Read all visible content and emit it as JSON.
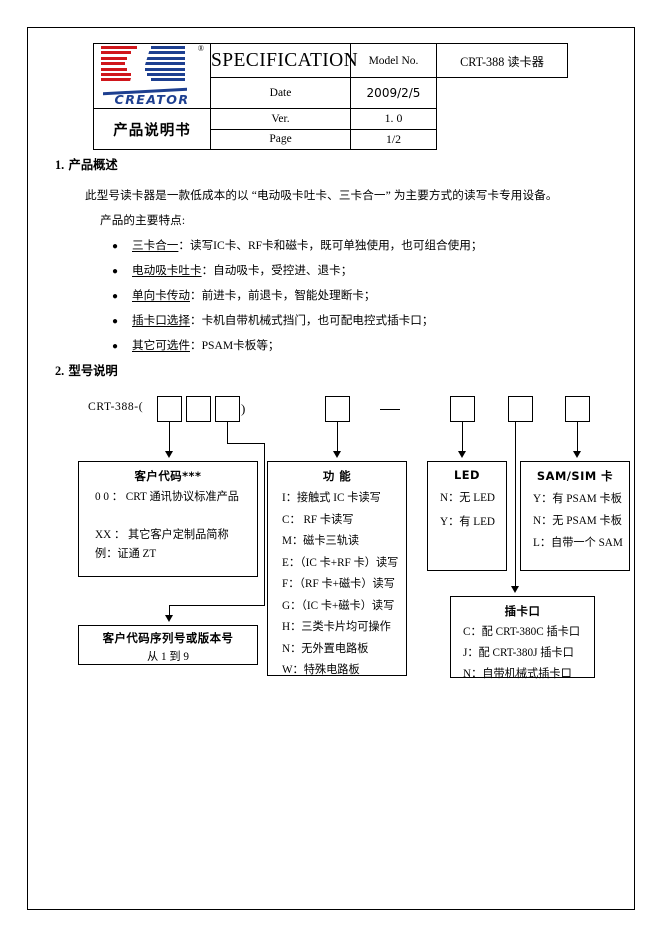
{
  "header": {
    "logo": {
      "brand": "CREATOR",
      "registered_mark": "®"
    },
    "spec_title": "SPECIFICATION",
    "spec_subtitle": "产品说明书",
    "rows": [
      {
        "key": "Model No.",
        "value": "CRT-388 读卡器"
      },
      {
        "key": "Date",
        "value": "2009/2/5"
      },
      {
        "key": "Ver.",
        "value": "1. 0"
      },
      {
        "key": "Page",
        "value": "1/2"
      }
    ]
  },
  "section1": {
    "number": "1.",
    "title": "产品概述",
    "intro": "此型号读卡器是一款低成本的以 “电动吸卡吐卡、三卡合一” 为主要方式的读写卡专用设备。",
    "features_label": "产品的主要特点:",
    "bullets": [
      {
        "term": "三卡合一",
        "desc": "：读写IC卡、RF卡和磁卡，既可单独使用，也可组合使用；"
      },
      {
        "term": "电动吸卡吐卡",
        "desc": "：自动吸卡，受控进、退卡；"
      },
      {
        "term": "单向卡传动",
        "desc": "：前进卡，前退卡，智能处理断卡；"
      },
      {
        "term": "插卡口选择",
        "desc": "：卡机自带机械式挡门，也可配电控式插卡口；"
      },
      {
        "term": "其它可选件",
        "desc": "：PSAM卡板等；"
      }
    ]
  },
  "section2": {
    "number": "2.",
    "title": "型号说明",
    "model_prefix": "CRT-388-(",
    "paren_close": ")",
    "dash": "—",
    "boxes": {
      "customer_code": {
        "title": "客户代码***",
        "lines": [
          "0 0 ： CRT 通讯协议标准产品",
          "XX ： 其它客户定制品简称",
          "例：证通  ZT"
        ]
      },
      "serial": {
        "title": "客户代码序列号或版本号",
        "subtitle": "从 1 到 9"
      },
      "function": {
        "title": "功  能",
        "lines": [
          "I：接触式 IC 卡读写",
          "C： RF 卡读写",
          "M：磁卡三轨读",
          "E：（IC 卡+RF 卡）读写",
          "F：（RF 卡+磁卡）读写",
          "G：（IC 卡+磁卡）读写",
          "H：三类卡片均可操作",
          "N：无外置电路板",
          "W：特殊电路板"
        ]
      },
      "led": {
        "title": "LED",
        "lines": [
          "N：无 LED",
          "Y：有 LED"
        ]
      },
      "sam_sim": {
        "title": "SAM/SIM 卡",
        "lines": [
          "Y：有 PSAM 卡板",
          "N：无 PSAM 卡板",
          "L：自带一个  SAM"
        ]
      },
      "card_slot": {
        "title": "插卡口",
        "lines": [
          "C：配 CRT-380C 插卡口",
          "J：配 CRT-380J 插卡口",
          "N：自带机械式插卡口"
        ]
      }
    }
  }
}
